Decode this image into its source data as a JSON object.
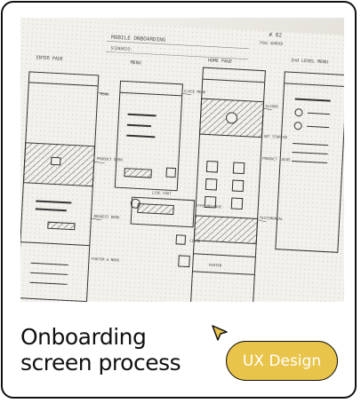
{
  "card": {
    "title_line1": "Onboarding",
    "title_line2": "screen process",
    "tag_label": "UX Design",
    "tag_color": "#e9c44a",
    "pointer_icon": "cursor-pointer-icon"
  },
  "photo": {
    "subject": "sketch-wireframes-photo",
    "sheet_title": "MOBILE ONBOARDING",
    "sheet_scenario": "SCENARIO:",
    "page_number": "# 02",
    "page_number_label": "PAGE NUMBER",
    "screens": [
      {
        "label": "ENTER PAGE"
      },
      {
        "label": "MENU"
      },
      {
        "label": "HOME PAGE"
      },
      {
        "label": "2nd LEVEL MENU"
      }
    ],
    "notes": [
      "MENU",
      "CLOSE MENU",
      "SLIDER",
      "GET STARTED",
      "PRODUCT LOGOS",
      "PRODUCT DEMO",
      "REQUEST DEMO",
      "LIVE CHAT",
      "TYPE MESSAGE",
      "CLOSE",
      "TESTIMONIAL",
      "FOOTER",
      "FOOTER & NEWS",
      "FOOTER"
    ]
  }
}
